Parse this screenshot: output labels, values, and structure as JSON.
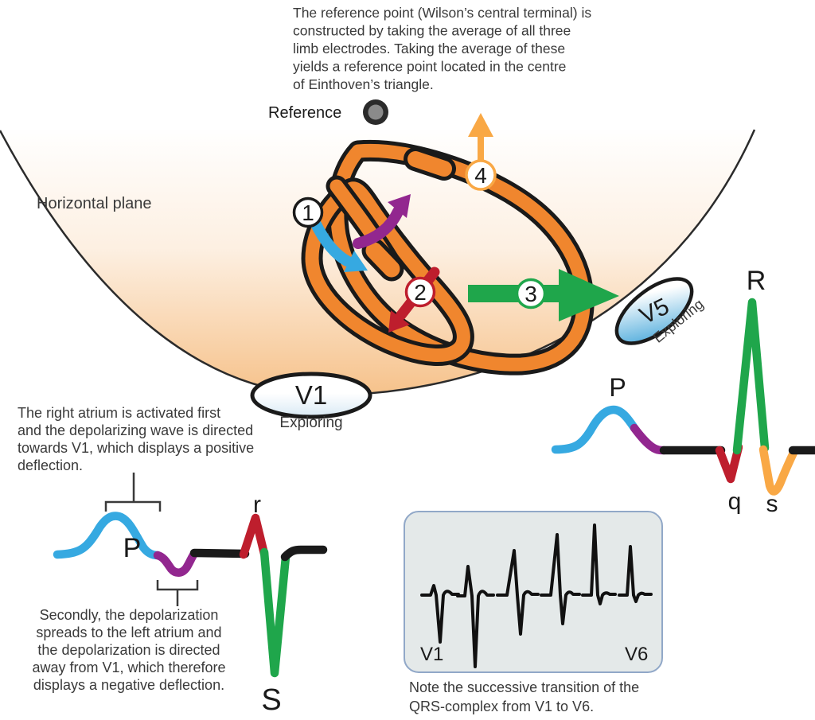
{
  "diagram_title": "Chest leads in the horizontal plane (V1-V6) and resulting ECG waveforms",
  "colors": {
    "heart_orange": "#F0862E",
    "outline_black": "#1A1A1A",
    "chest_peach": "#F6C189",
    "vector_blue": "#36A9E1",
    "vector_purple": "#92278F",
    "vector_red": "#BE1E2D",
    "vector_green": "#1FA64B",
    "vector_amber": "#F9A845",
    "box_fill": "#E4E9E9",
    "box_border": "#91A8C8",
    "electrode_blue": "#5FB3DF",
    "text_dark": "#3A3A3A"
  },
  "notes": {
    "reference": [
      "The reference point (Wilson’s central terminal) is",
      "constructed by taking the average of all three",
      "limb electrodes. Taking the average of these",
      "yields a reference point located in the centre",
      "of Einthoven’s triangle."
    ],
    "v1_positive": [
      "The right atrium is activated first",
      "and the depolarizing wave is directed",
      "towards V1, which displays a positive",
      "deflection."
    ],
    "v1_negative": [
      "Secondly, the depolarization",
      "spreads to the left atrium and",
      "the depolarization is directed",
      "away from V1, which therefore",
      "displays a negative deflection."
    ],
    "qrs_transition": [
      "Note the successive transition of the",
      "QRS-complex from V1 to V6."
    ]
  },
  "labels": {
    "reference": "Reference",
    "horizontal_plane": "Horizontal plane",
    "v1_electrode": "V1",
    "v5_electrode": "V5",
    "exploring_v1": "Exploring",
    "exploring_v5": "Exploring",
    "vector_1": "1",
    "vector_2": "2",
    "vector_3": "3",
    "vector_4": "4",
    "p_left": "P",
    "r_left": "r",
    "s_left": "S",
    "p_right": "P",
    "r_right": "R",
    "q_right": "q",
    "s_right": "s",
    "box_v1": "V1",
    "box_v6": "V6"
  }
}
